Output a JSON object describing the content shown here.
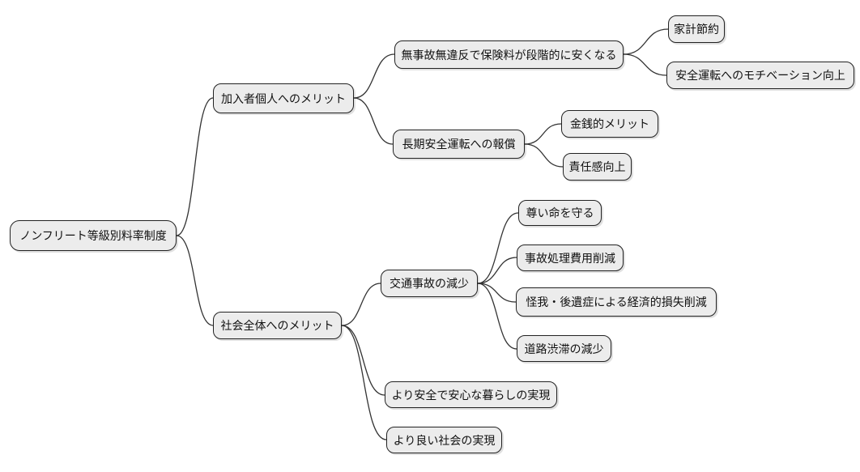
{
  "colors": {
    "node_fill": "#ececec",
    "node_border": "#222222",
    "connector": "#333333",
    "text": "#111111",
    "background": "#ffffff"
  },
  "mindmap": {
    "root": "ノンフリート等級別料率制度",
    "branches": [
      {
        "label": "加入者個人へのメリット",
        "children": [
          {
            "label": "無事故無違反で保険料が段階的に安くなる",
            "children": [
              {
                "label": "家計節約"
              },
              {
                "label": "安全運転へのモチベーション向上"
              }
            ]
          },
          {
            "label": "長期安全運転への報償",
            "children": [
              {
                "label": "金銭的メリット"
              },
              {
                "label": "責任感向上"
              }
            ]
          }
        ]
      },
      {
        "label": "社会全体へのメリット",
        "children": [
          {
            "label": "交通事故の減少",
            "children": [
              {
                "label": "尊い命を守る"
              },
              {
                "label": "事故処理費用削減"
              },
              {
                "label": "怪我・後遺症による経済的損失削減"
              },
              {
                "label": "道路渋滞の減少"
              }
            ]
          },
          {
            "label": "より安全で安心な暮らしの実現"
          },
          {
            "label": "より良い社会の実現"
          }
        ]
      }
    ]
  }
}
